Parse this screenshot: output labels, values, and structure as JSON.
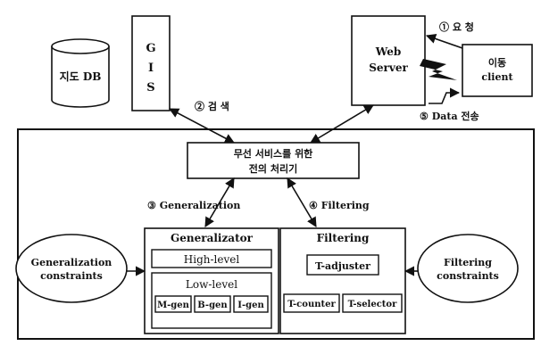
{
  "nodes": {
    "map_db": "지도 DB",
    "gis": [
      "G",
      "I",
      "S"
    ],
    "web_server": [
      "Web",
      "Server"
    ],
    "mobile_client": [
      "이동",
      "client"
    ],
    "preprocessor": [
      "무선 서비스를 위한",
      "전의 처리기"
    ],
    "generalization_constraints": [
      "Generalization",
      "constraints"
    ],
    "filtering_constraints": [
      "Filtering",
      "constraints"
    ],
    "generalizator": {
      "title": "Generalizator",
      "high_level": "High-level",
      "low_level": "Low-level",
      "gens": [
        "M-gen",
        "B-gen",
        "I-gen"
      ]
    },
    "filtering": {
      "title": "Filtering",
      "adjuster": "T-adjuster",
      "counter": "T-counter",
      "selector": "T-selector"
    }
  },
  "edges": {
    "request": "① 요 청",
    "search": "② 검 색",
    "generalization": "③ Generalization",
    "filtering": "④ Filtering",
    "data_transfer": "⑤ Data 전송"
  }
}
